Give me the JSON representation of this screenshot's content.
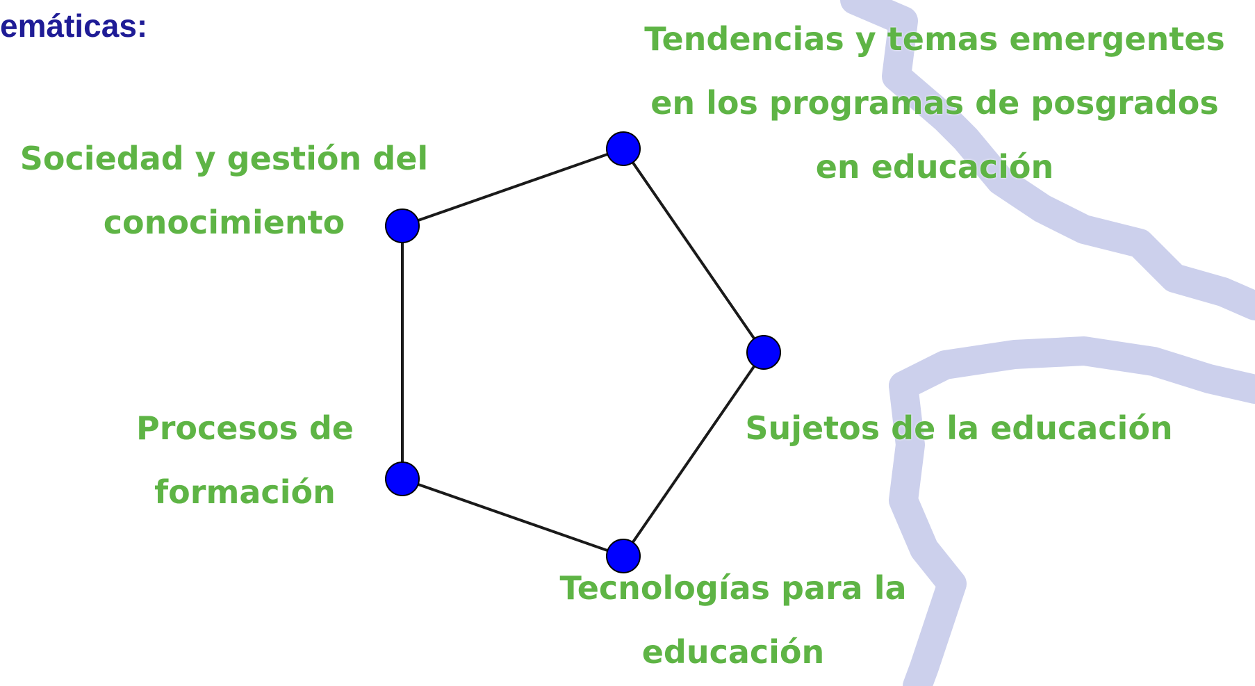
{
  "heading": "emáticas:",
  "colors": {
    "heading": "#1f1c96",
    "label": "#5eb445",
    "node_fill": "#0000ff",
    "node_stroke": "#000000",
    "edge": "#1a1a1a",
    "background_map": "#ccd0ec"
  },
  "nodes": [
    {
      "id": "tendencias",
      "lines": [
        "Tendencias y temas emergentes",
        "en los programas de posgrados",
        "en educación"
      ]
    },
    {
      "id": "sujetos",
      "lines": [
        "Sujetos de la educación"
      ]
    },
    {
      "id": "tecnologias",
      "lines": [
        "Tecnologías para la",
        "educación"
      ]
    },
    {
      "id": "procesos",
      "lines": [
        "Procesos de",
        "formación"
      ]
    },
    {
      "id": "sociedad",
      "lines": [
        "Sociedad y gestión del",
        "conocimiento"
      ]
    }
  ],
  "edges": [
    [
      "tendencias",
      "sujetos"
    ],
    [
      "sujetos",
      "tecnologias"
    ],
    [
      "tecnologias",
      "procesos"
    ],
    [
      "procesos",
      "sociedad"
    ],
    [
      "sociedad",
      "tendencias"
    ]
  ]
}
